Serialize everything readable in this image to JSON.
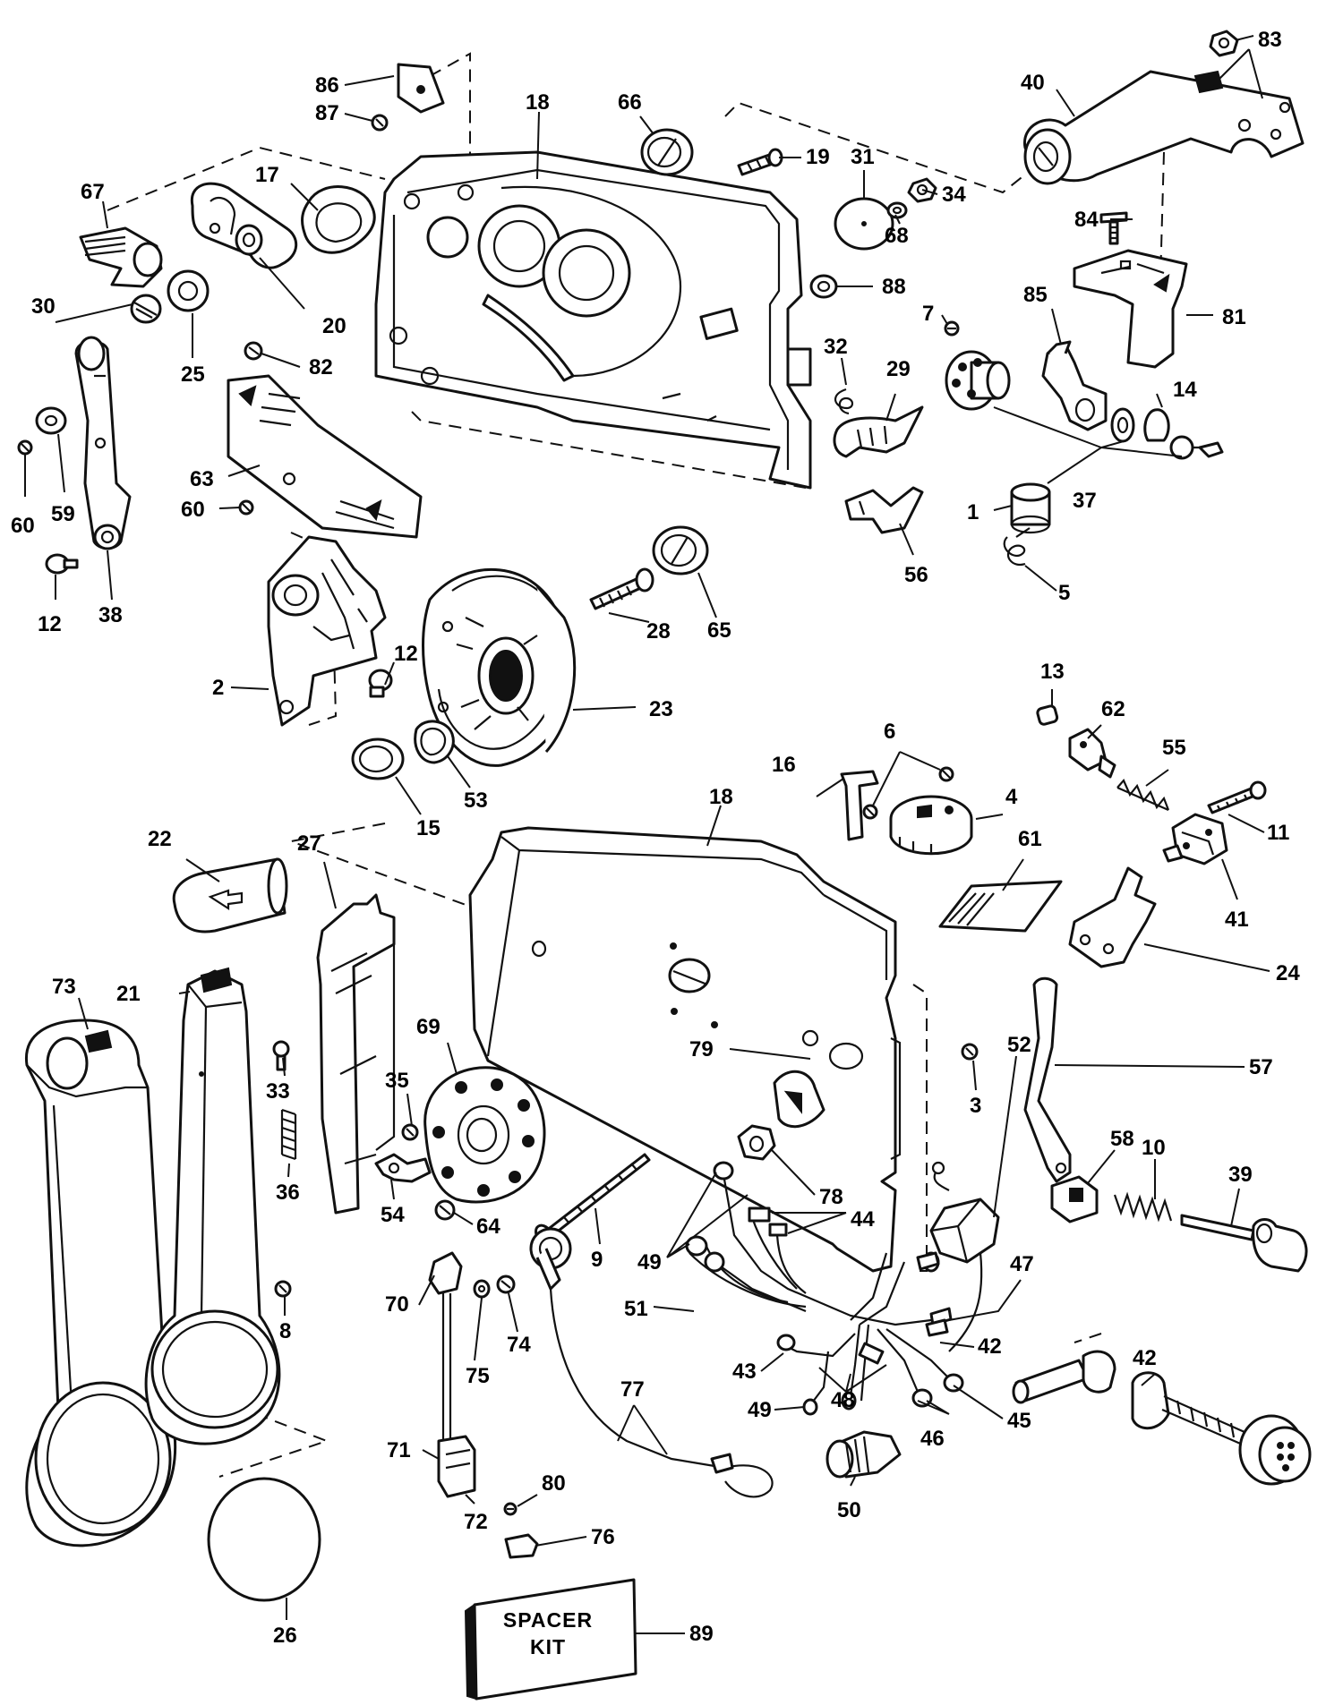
{
  "kit_box": {
    "line1": "SPACER",
    "line2": "KIT"
  },
  "callouts": [
    {
      "id": "c83",
      "text": "83"
    },
    {
      "id": "c86",
      "text": "86"
    },
    {
      "id": "c87",
      "text": "87"
    },
    {
      "id": "c18a",
      "text": "18"
    },
    {
      "id": "c66",
      "text": "66"
    },
    {
      "id": "c40",
      "text": "40"
    },
    {
      "id": "c19",
      "text": "19"
    },
    {
      "id": "c31",
      "text": "31"
    },
    {
      "id": "c34",
      "text": "34"
    },
    {
      "id": "c68",
      "text": "68"
    },
    {
      "id": "c84",
      "text": "84"
    },
    {
      "id": "c67",
      "text": "67"
    },
    {
      "id": "c17",
      "text": "17"
    },
    {
      "id": "c88",
      "text": "88"
    },
    {
      "id": "c81",
      "text": "81"
    },
    {
      "id": "c85",
      "text": "85"
    },
    {
      "id": "c7",
      "text": "7"
    },
    {
      "id": "c20",
      "text": "20"
    },
    {
      "id": "c30",
      "text": "30"
    },
    {
      "id": "c25",
      "text": "25"
    },
    {
      "id": "c82",
      "text": "82"
    },
    {
      "id": "c32",
      "text": "32"
    },
    {
      "id": "c29",
      "text": "29"
    },
    {
      "id": "c14",
      "text": "14"
    },
    {
      "id": "c63",
      "text": "63"
    },
    {
      "id": "c60a",
      "text": "60"
    },
    {
      "id": "c59",
      "text": "59"
    },
    {
      "id": "c60b",
      "text": "60"
    },
    {
      "id": "c37",
      "text": "37"
    },
    {
      "id": "c1",
      "text": "1"
    },
    {
      "id": "c56",
      "text": "56"
    },
    {
      "id": "c5",
      "text": "5"
    },
    {
      "id": "c12a",
      "text": "12"
    },
    {
      "id": "c38",
      "text": "38"
    },
    {
      "id": "c65",
      "text": "65"
    },
    {
      "id": "c28",
      "text": "28"
    },
    {
      "id": "c12b",
      "text": "12"
    },
    {
      "id": "c2",
      "text": "2"
    },
    {
      "id": "c23",
      "text": "23"
    },
    {
      "id": "c13",
      "text": "13"
    },
    {
      "id": "c62",
      "text": "62"
    },
    {
      "id": "c55",
      "text": "55"
    },
    {
      "id": "c6",
      "text": "6"
    },
    {
      "id": "c16",
      "text": "16"
    },
    {
      "id": "c4",
      "text": "4"
    },
    {
      "id": "c11",
      "text": "11"
    },
    {
      "id": "c53",
      "text": "53"
    },
    {
      "id": "c15",
      "text": "15"
    },
    {
      "id": "c18b",
      "text": "18"
    },
    {
      "id": "c22",
      "text": "22"
    },
    {
      "id": "c27",
      "text": "27"
    },
    {
      "id": "c61",
      "text": "61"
    },
    {
      "id": "c41",
      "text": "41"
    },
    {
      "id": "c24",
      "text": "24"
    },
    {
      "id": "c73",
      "text": "73"
    },
    {
      "id": "c21",
      "text": "21"
    },
    {
      "id": "c69",
      "text": "69"
    },
    {
      "id": "c79",
      "text": "79"
    },
    {
      "id": "c57",
      "text": "57"
    },
    {
      "id": "c33",
      "text": "33"
    },
    {
      "id": "c35",
      "text": "35"
    },
    {
      "id": "c3",
      "text": "3"
    },
    {
      "id": "c36",
      "text": "36"
    },
    {
      "id": "c54",
      "text": "54"
    },
    {
      "id": "c78",
      "text": "78"
    },
    {
      "id": "c52",
      "text": "52"
    },
    {
      "id": "c58",
      "text": "58"
    },
    {
      "id": "c10",
      "text": "10"
    },
    {
      "id": "c39",
      "text": "39"
    },
    {
      "id": "c64",
      "text": "64"
    },
    {
      "id": "c9",
      "text": "9"
    },
    {
      "id": "c44",
      "text": "44"
    },
    {
      "id": "c49a",
      "text": "49"
    },
    {
      "id": "c8",
      "text": "8"
    },
    {
      "id": "c70",
      "text": "70"
    },
    {
      "id": "c74",
      "text": "74"
    },
    {
      "id": "c75",
      "text": "75"
    },
    {
      "id": "c51",
      "text": "51"
    },
    {
      "id": "c47",
      "text": "47"
    },
    {
      "id": "c42a",
      "text": "42"
    },
    {
      "id": "c43",
      "text": "43"
    },
    {
      "id": "c48",
      "text": "48"
    },
    {
      "id": "c42b",
      "text": "42"
    },
    {
      "id": "c77",
      "text": "77"
    },
    {
      "id": "c49b",
      "text": "49"
    },
    {
      "id": "c45",
      "text": "45"
    },
    {
      "id": "c46",
      "text": "46"
    },
    {
      "id": "c71",
      "text": "71"
    },
    {
      "id": "c80",
      "text": "80"
    },
    {
      "id": "c50",
      "text": "50"
    },
    {
      "id": "c72",
      "text": "72"
    },
    {
      "id": "c76",
      "text": "76"
    },
    {
      "id": "c26",
      "text": "26"
    },
    {
      "id": "c89",
      "text": "89"
    }
  ]
}
